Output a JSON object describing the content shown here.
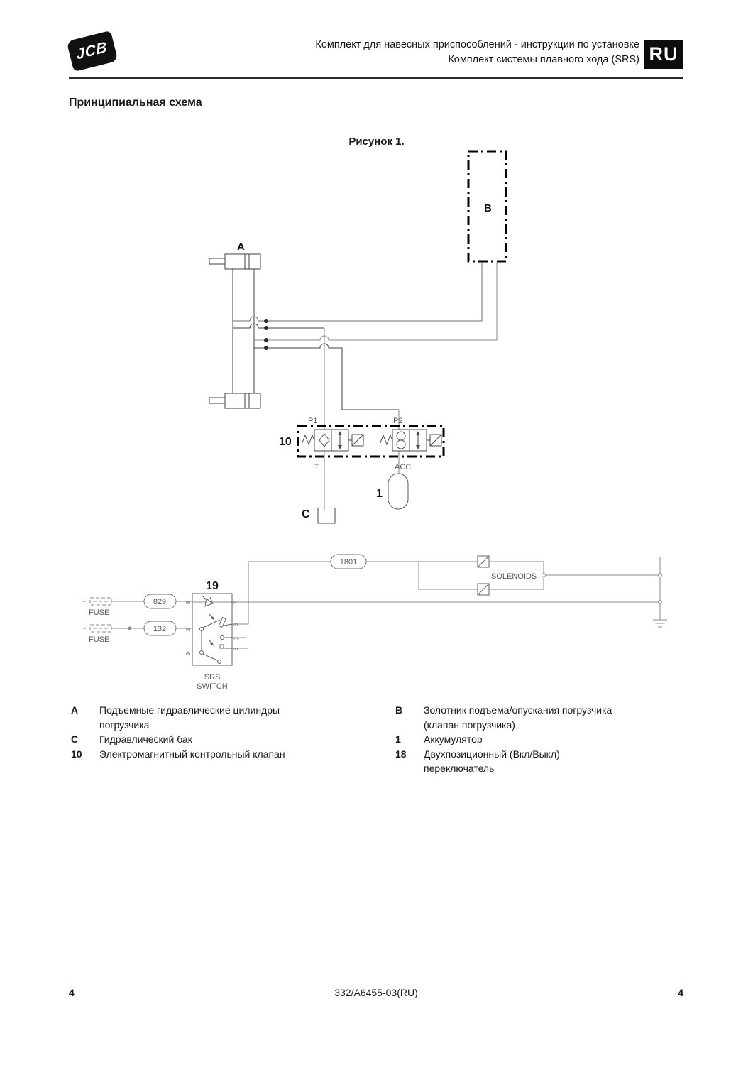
{
  "colors": {
    "hydraulic_gray": "#858585",
    "hydraulic_dark": "#3f3f3f",
    "component_black": "#000000",
    "electrical_gray": "#8a8a8a",
    "text": "#1a1a1a",
    "diagram_label_gray": "#585858"
  },
  "header": {
    "logo_text": "JCB",
    "title_line1": "Комплект для навесных приспособлений - инструкции по установке",
    "title_line2": "Комплект системы плавного хода (SRS)",
    "lang_badge": "RU"
  },
  "page": {
    "section_title": "Принципиальная схема",
    "figure_caption": "Рисунок 1."
  },
  "diagram": {
    "labels": {
      "cylinders": "A",
      "loader_valve": "B",
      "tank": "C",
      "control_valve": "10",
      "accumulator": "1",
      "switch": "19",
      "port_p1": "P1",
      "port_p2": "P2",
      "port_t": "T",
      "port_acc": "ACC",
      "wire_829": "829",
      "wire_132": "132",
      "wire_1801": "1801",
      "fuse_top": "FUSE",
      "fuse_bottom": "FUSE",
      "solenoids": "SOLENOIDS",
      "srs_line1": "SRS",
      "srs_line2": "SWITCH",
      "pin_8": "8",
      "pin_2": "2",
      "pin_9": "9",
      "pin_7": "7",
      "pin_3": "3",
      "pin_1": "1",
      "pin_6": "6"
    }
  },
  "legend": {
    "left": [
      {
        "key": "A",
        "text": "Подъемные гидравлические цилиндры погрузчика"
      },
      {
        "key": "C",
        "text": "Гидравлический бак"
      },
      {
        "key": "10",
        "text": "Электромагнитный контрольный клапан"
      }
    ],
    "right": [
      {
        "key": "B",
        "text": "Золотник подъема/опускания погрузчика (клапан погрузчика)"
      },
      {
        "key": "1",
        "text": "Аккумулятор"
      },
      {
        "key": "18",
        "text": "Двухпозиционный (Вкл/Выкл) переключатель"
      }
    ]
  },
  "footer": {
    "page_left": "4",
    "doc_number": "332/A6455-03(RU)",
    "page_right": "4"
  }
}
